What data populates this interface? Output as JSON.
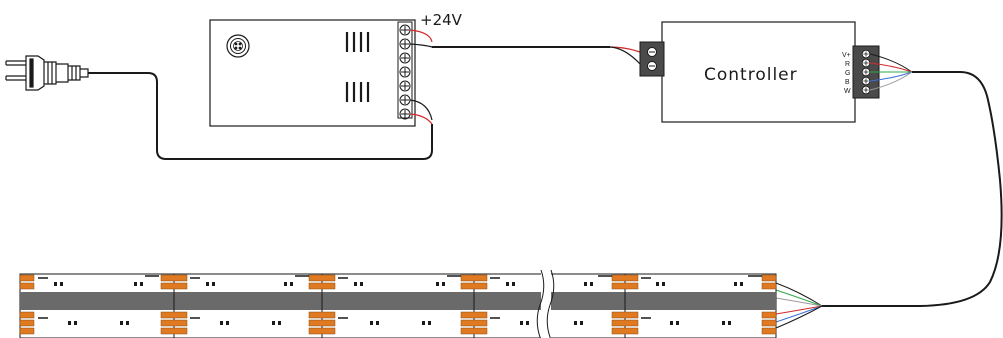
{
  "labels": {
    "voltage": "+24V",
    "controller": "Controller"
  },
  "controller_terminals": [
    "V+",
    "R",
    "G",
    "B",
    "W"
  ],
  "colors": {
    "outline": "#1a1a1a",
    "wire_red": "#d42a2a",
    "wire_green": "#2ea84a",
    "wire_blue": "#3a6fd8",
    "strip_center": "#6a6a6a",
    "led_pad": "#e07a22",
    "terminal_block": "#4a4a4a"
  },
  "icons": [
    "power-plug-icon",
    "power-supply-icon",
    "controller-icon",
    "led-strip-icon"
  ]
}
